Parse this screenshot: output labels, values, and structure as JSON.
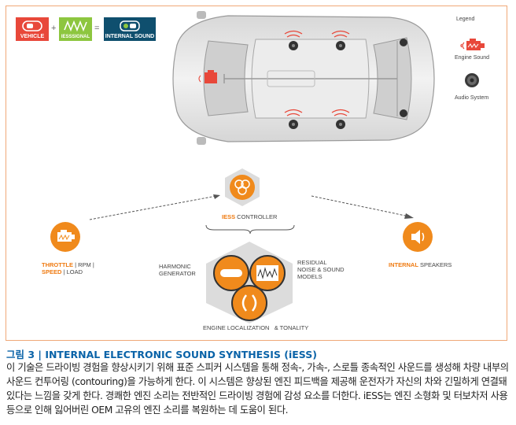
{
  "formula": {
    "vehicle": "VEHICLE",
    "plus": "+",
    "iess_signal": "IESSSIGNAL",
    "equals": "=",
    "internal_sound": "INTERNAL SOUND",
    "colors": {
      "vehicle": "#e8483a",
      "signal": "#8dc63f",
      "internal": "#0f4f6e"
    }
  },
  "legend": {
    "title": "Legend",
    "engine_sound": "Engine Sound",
    "audio_system": "Audio System"
  },
  "diagram": {
    "controller_label_a": "iESS",
    "controller_label_b": " CONTROLLER",
    "input_line1_a": "THROTTLE",
    "input_line1_b": "| RPM |",
    "input_line2_a": "SPEED",
    "input_line2_b": "| LOAD",
    "output_a": "INTERNAL",
    "output_b": " SPEAKERS",
    "harmonic_1": "HARMONIC",
    "harmonic_2": "GENERATOR",
    "residual_1": "RESIDUAL",
    "residual_2": "NOISE & SOUND",
    "residual_3": "MODELS",
    "engine_loc": "ENGINE LOCALIZATION",
    "tonality": "& TONALITY",
    "accent": "#f08a1c"
  },
  "caption": {
    "title": "그림 3 | INTERNAL ELECTRONIC SOUND SYNTHESIS (iESS)",
    "body": "이 기술은 드라이빙 경험을 향상시키기 위해 표준 스피커 시스템을 통해 정속-, 가속-, 스로틀 종속적인 사운드를 생성해 차량 내부의 사운드 컨투어링 (contouring)을 가능하게 한다. 이 시스템은 향상된 엔진 피드백을 제공해 운전자가 자신의 차와 긴밀하게 연결돼 있다는 느낌을 갖게 한다. 경쾌한 엔진 소리는 전반적인 드라이빙 경험에 감성 요소를 더한다. iESS는 엔진 소형화 및 터보차저 사용 등으로 인해 잃어버린 OEM 고유의 엔진 소리를 복원하는 데 도움이 된다."
  }
}
